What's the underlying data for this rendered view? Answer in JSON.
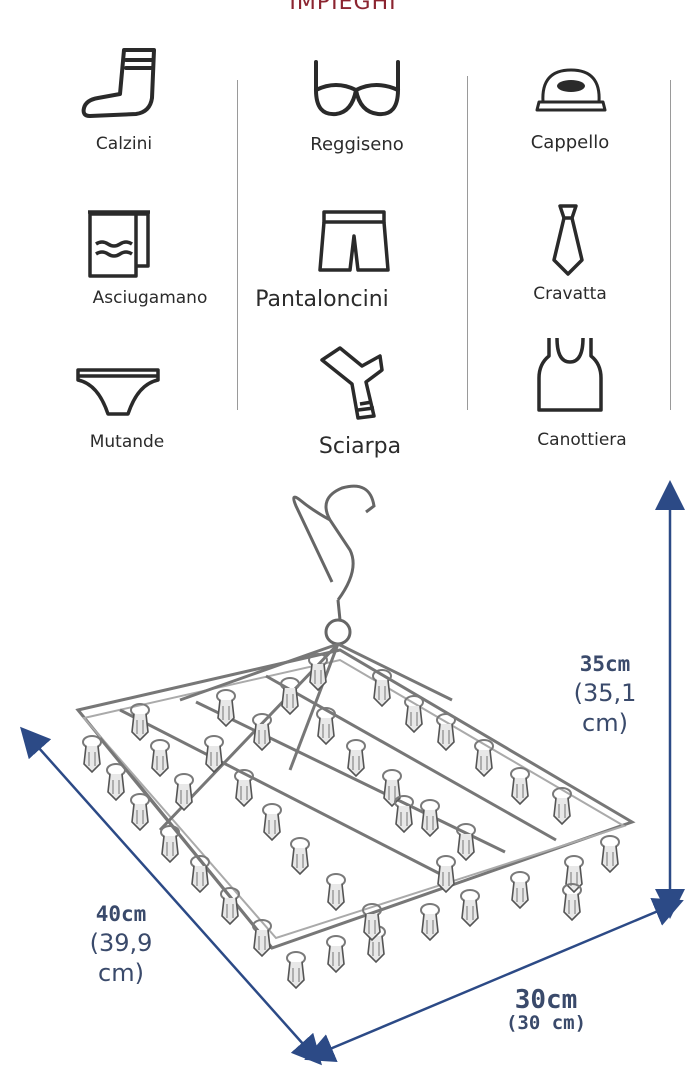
{
  "header": {
    "title": "IMPIEGHI"
  },
  "uses": [
    {
      "label": "Calzini",
      "icon": "sock-icon"
    },
    {
      "label": "Reggiseno",
      "icon": "bra-icon"
    },
    {
      "label": "Cappello",
      "icon": "cap-icon"
    },
    {
      "label": "Asciugamano",
      "icon": "towel-icon"
    },
    {
      "label": "Pantaloncini",
      "icon": "shorts-icon"
    },
    {
      "label": "Cravatta",
      "icon": "tie-icon"
    },
    {
      "label": "Mutande",
      "icon": "briefs-icon"
    },
    {
      "label": "Sciarpa",
      "icon": "scarf-icon"
    },
    {
      "label": "Canottiera",
      "icon": "tank-top-icon"
    }
  ],
  "dimensions": {
    "height": {
      "main": "35cm",
      "detail_line1": "(35,1",
      "detail_line2": "cm)"
    },
    "length": {
      "main": "40cm",
      "detail_line1": "(39,9",
      "detail_line2": "cm)"
    },
    "width": {
      "main": "30cm",
      "detail": "(30 cm)"
    }
  },
  "colors": {
    "title": "#8b2430",
    "dimension_text": "#3a4a6b",
    "dimension_arrow": "#2c4a86"
  }
}
